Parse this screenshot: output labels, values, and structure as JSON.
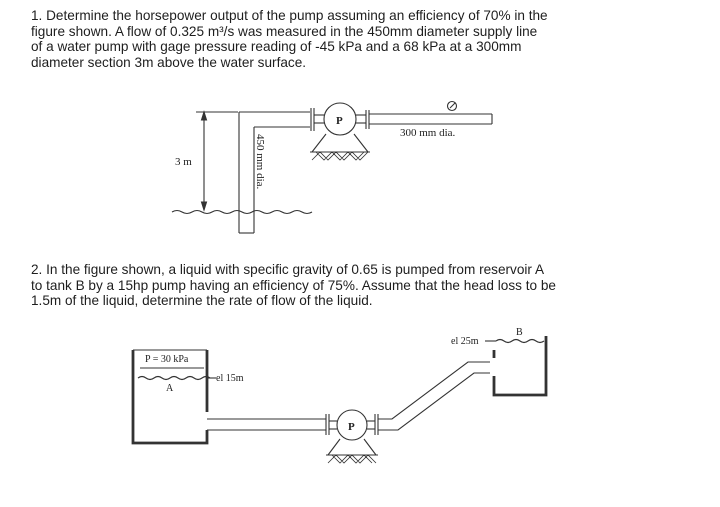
{
  "problem1": {
    "lines": [
      "1. Determine the horsepower output of the pump assuming an efficiency of 70% in the",
      "figure shown. A flow of 0.325 m³/s was measured in the 450mm diameter supply line",
      "of a water pump with gage pressure reading of -45 kPa and a 68 kPa at a 300mm",
      "diameter section 3m above the water surface."
    ],
    "figure": {
      "pump_label": "P",
      "discharge_label": "300 mm dia.",
      "height_label": "3 m",
      "supply_label": "450 mm dia."
    }
  },
  "problem2": {
    "lines": [
      "2. In the figure shown, a liquid with specific gravity of 0.65 is pumped from reservoir A",
      "to tank B by a 15hp pump having an efficiency of 75%. Assume that the head loss to be",
      "1.5m of the liquid, determine the rate of flow of the liquid."
    ],
    "figure": {
      "pressure_label": "P = 30 kPa",
      "reservoir_label": "A",
      "elev_a_label": "el 15m",
      "pump_label": "P",
      "elev_b_label": "el 25m",
      "tank_label": "B"
    }
  }
}
